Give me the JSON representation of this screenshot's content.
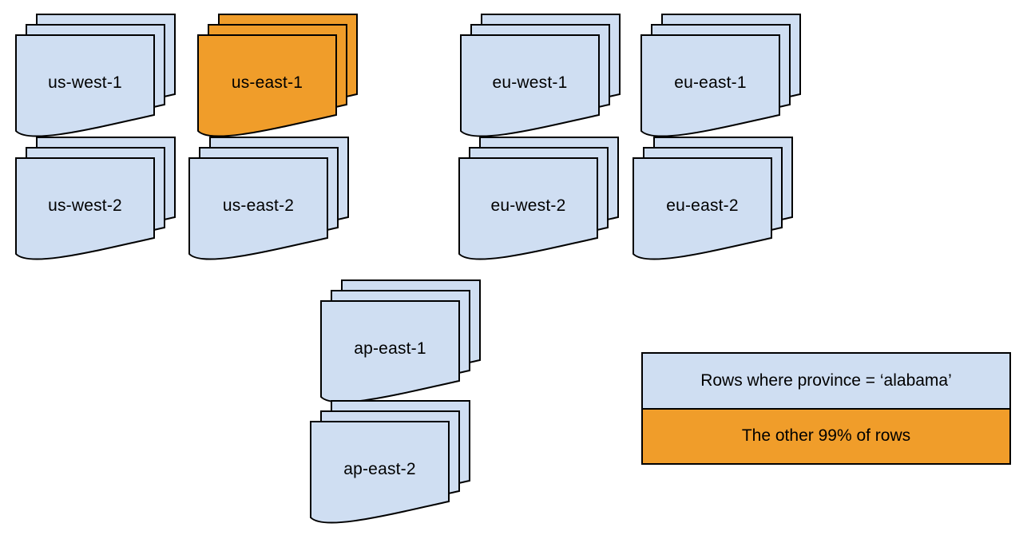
{
  "colors": {
    "background": "#ffffff",
    "stroke": "#000000",
    "region_fill": "#cfdef2",
    "highlight_fill": "#f09d2a",
    "text": "#000000"
  },
  "stacks": [
    {
      "label": "us-west-1",
      "fill": "#cfdef2",
      "highlighted": false
    },
    {
      "label": "us-east-1",
      "fill": "#f09d2a",
      "highlighted": true
    },
    {
      "label": "eu-west-1",
      "fill": "#cfdef2",
      "highlighted": false
    },
    {
      "label": "eu-east-1",
      "fill": "#cfdef2",
      "highlighted": false
    },
    {
      "label": "us-west-2",
      "fill": "#cfdef2",
      "highlighted": false
    },
    {
      "label": "us-east-2",
      "fill": "#cfdef2",
      "highlighted": false
    },
    {
      "label": "eu-west-2",
      "fill": "#cfdef2",
      "highlighted": false
    },
    {
      "label": "eu-east-2",
      "fill": "#cfdef2",
      "highlighted": false
    },
    {
      "label": "ap-east-1",
      "fill": "#cfdef2",
      "highlighted": false
    },
    {
      "label": "ap-east-2",
      "fill": "#cfdef2",
      "highlighted": false
    }
  ],
  "legend": {
    "items": [
      {
        "label": "Rows where province = ‘alabama’",
        "color": "#cfdef2"
      },
      {
        "label": "The other 99% of rows",
        "color": "#f09d2a"
      }
    ]
  }
}
